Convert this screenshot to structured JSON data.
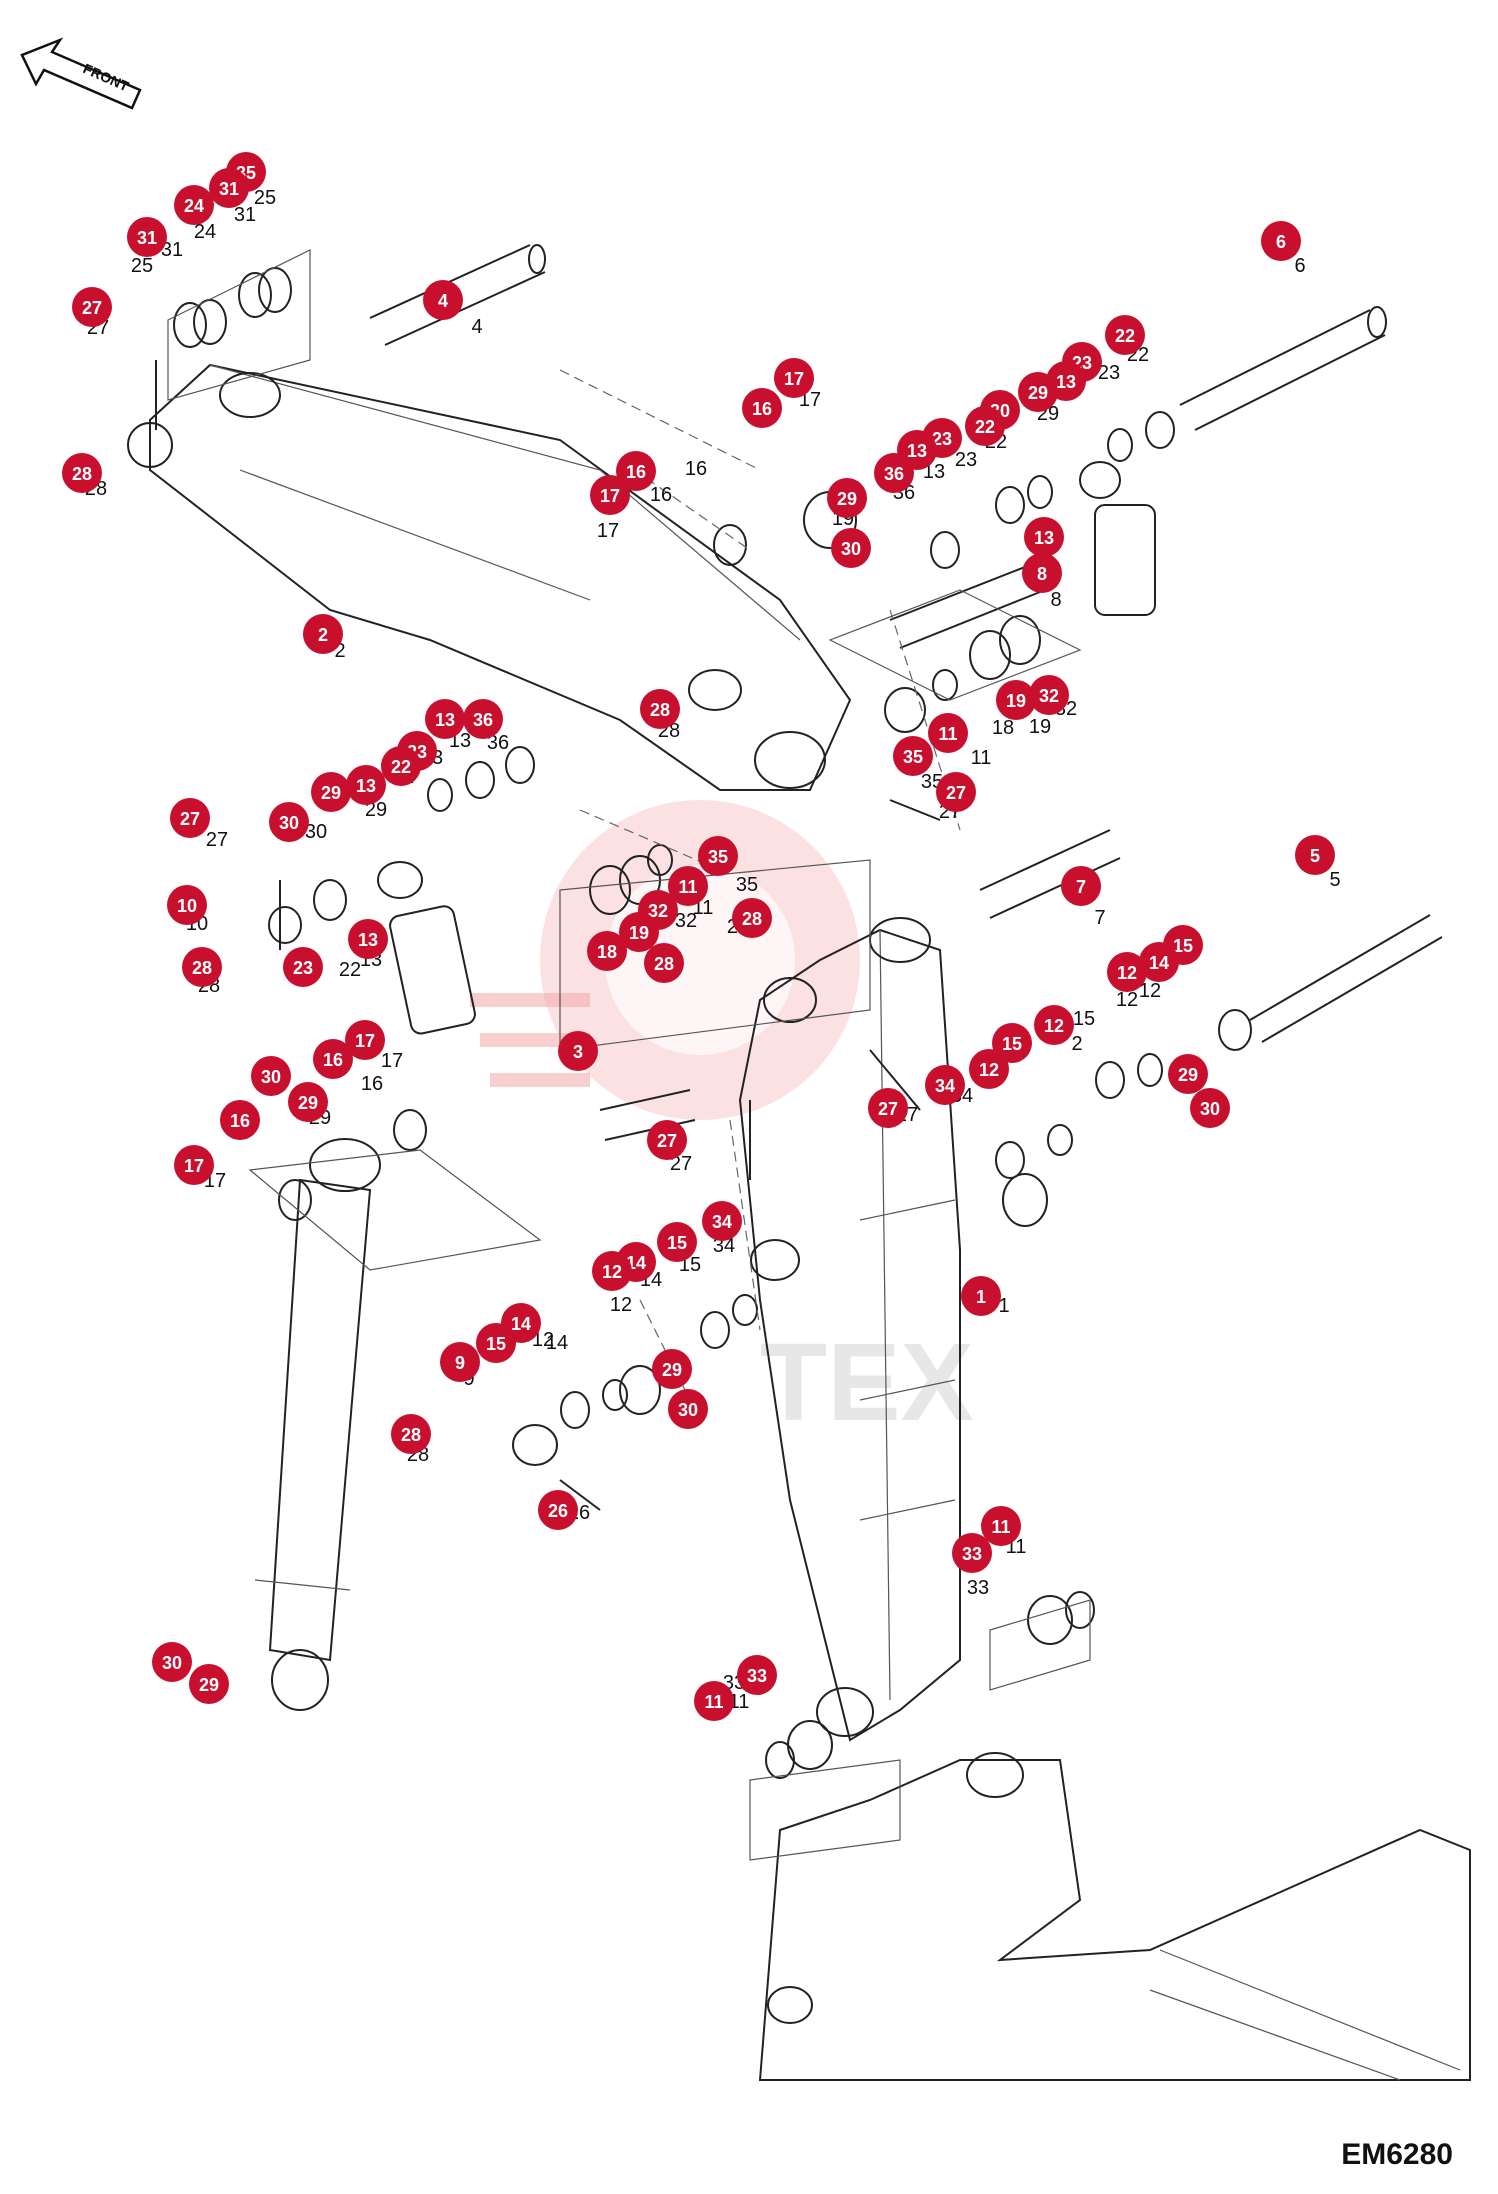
{
  "diagram_code": "EM6280",
  "orientation_label": "FRONT",
  "watermark_text": "TEX",
  "marker_color": "#c8102e",
  "markers": [
    {
      "n": "35"
    },
    {
      "n": "24"
    },
    {
      "n": "31"
    },
    {
      "n": "31"
    },
    {
      "n": "27"
    },
    {
      "n": "4"
    },
    {
      "n": "28"
    },
    {
      "n": "2"
    },
    {
      "n": "6"
    },
    {
      "n": "22"
    },
    {
      "n": "23"
    },
    {
      "n": "13"
    },
    {
      "n": "29"
    },
    {
      "n": "30"
    },
    {
      "n": "22"
    },
    {
      "n": "23"
    },
    {
      "n": "13"
    },
    {
      "n": "36"
    },
    {
      "n": "13"
    },
    {
      "n": "8"
    },
    {
      "n": "17"
    },
    {
      "n": "16"
    },
    {
      "n": "16"
    },
    {
      "n": "17"
    },
    {
      "n": "29"
    },
    {
      "n": "30"
    },
    {
      "n": "28"
    },
    {
      "n": "19"
    },
    {
      "n": "32"
    },
    {
      "n": "11"
    },
    {
      "n": "35"
    },
    {
      "n": "27"
    },
    {
      "n": "36"
    },
    {
      "n": "13"
    },
    {
      "n": "23"
    },
    {
      "n": "22"
    },
    {
      "n": "13"
    },
    {
      "n": "29"
    },
    {
      "n": "30"
    },
    {
      "n": "27"
    },
    {
      "n": "10"
    },
    {
      "n": "23"
    },
    {
      "n": "13"
    },
    {
      "n": "28"
    },
    {
      "n": "5"
    },
    {
      "n": "7"
    },
    {
      "n": "35"
    },
    {
      "n": "11"
    },
    {
      "n": "32"
    },
    {
      "n": "19"
    },
    {
      "n": "18"
    },
    {
      "n": "28"
    },
    {
      "n": "28"
    },
    {
      "n": "15"
    },
    {
      "n": "14"
    },
    {
      "n": "12"
    },
    {
      "n": "12"
    },
    {
      "n": "15"
    },
    {
      "n": "12"
    },
    {
      "n": "29"
    },
    {
      "n": "30"
    },
    {
      "n": "3"
    },
    {
      "n": "34"
    },
    {
      "n": "27"
    },
    {
      "n": "27"
    },
    {
      "n": "17"
    },
    {
      "n": "16"
    },
    {
      "n": "30"
    },
    {
      "n": "29"
    },
    {
      "n": "16"
    },
    {
      "n": "17"
    },
    {
      "n": "1"
    },
    {
      "n": "34"
    },
    {
      "n": "15"
    },
    {
      "n": "14"
    },
    {
      "n": "12"
    },
    {
      "n": "14"
    },
    {
      "n": "15"
    },
    {
      "n": "9"
    },
    {
      "n": "29"
    },
    {
      "n": "30"
    },
    {
      "n": "28"
    },
    {
      "n": "26"
    },
    {
      "n": "11"
    },
    {
      "n": "33"
    },
    {
      "n": "30"
    },
    {
      "n": "29"
    },
    {
      "n": "33"
    },
    {
      "n": "11"
    }
  ],
  "labels": [
    {
      "t": "25"
    },
    {
      "t": "31"
    },
    {
      "t": "24"
    },
    {
      "t": "31"
    },
    {
      "t": "25"
    },
    {
      "t": "27"
    },
    {
      "t": "4"
    },
    {
      "t": "28"
    },
    {
      "t": "2"
    },
    {
      "t": "6"
    },
    {
      "t": "22"
    },
    {
      "t": "23"
    },
    {
      "t": "29"
    },
    {
      "t": "13"
    },
    {
      "t": "22"
    },
    {
      "t": "23"
    },
    {
      "t": "13"
    },
    {
      "t": "36"
    },
    {
      "t": "8"
    },
    {
      "t": "17"
    },
    {
      "t": "16"
    },
    {
      "t": "16"
    },
    {
      "t": "17"
    },
    {
      "t": "19"
    },
    {
      "t": "28"
    },
    {
      "t": "18"
    },
    {
      "t": "19"
    },
    {
      "t": "32"
    },
    {
      "t": "11"
    },
    {
      "t": "35"
    },
    {
      "t": "27"
    },
    {
      "t": "36"
    },
    {
      "t": "13"
    },
    {
      "t": "23"
    },
    {
      "t": "22"
    },
    {
      "t": "29"
    },
    {
      "t": "30"
    },
    {
      "t": "27"
    },
    {
      "t": "10"
    },
    {
      "t": "22"
    },
    {
      "t": "13"
    },
    {
      "t": "28"
    },
    {
      "t": "5"
    },
    {
      "t": "7"
    },
    {
      "t": "35"
    },
    {
      "t": "11"
    },
    {
      "t": "32"
    },
    {
      "t": "28"
    },
    {
      "t": "12"
    },
    {
      "t": "14"
    },
    {
      "t": "12"
    },
    {
      "t": "15"
    },
    {
      "t": "2"
    },
    {
      "t": "27"
    },
    {
      "t": "34"
    },
    {
      "t": "27"
    },
    {
      "t": "17"
    },
    {
      "t": "16"
    },
    {
      "t": "29"
    },
    {
      "t": "17"
    },
    {
      "t": "1"
    },
    {
      "t": "34"
    },
    {
      "t": "15"
    },
    {
      "t": "14"
    },
    {
      "t": "12"
    },
    {
      "t": "14"
    },
    {
      "t": "12"
    },
    {
      "t": "9"
    },
    {
      "t": "28"
    },
    {
      "t": "26"
    },
    {
      "t": "11"
    },
    {
      "t": "33"
    },
    {
      "t": "29"
    },
    {
      "t": "11"
    },
    {
      "t": "33"
    }
  ]
}
